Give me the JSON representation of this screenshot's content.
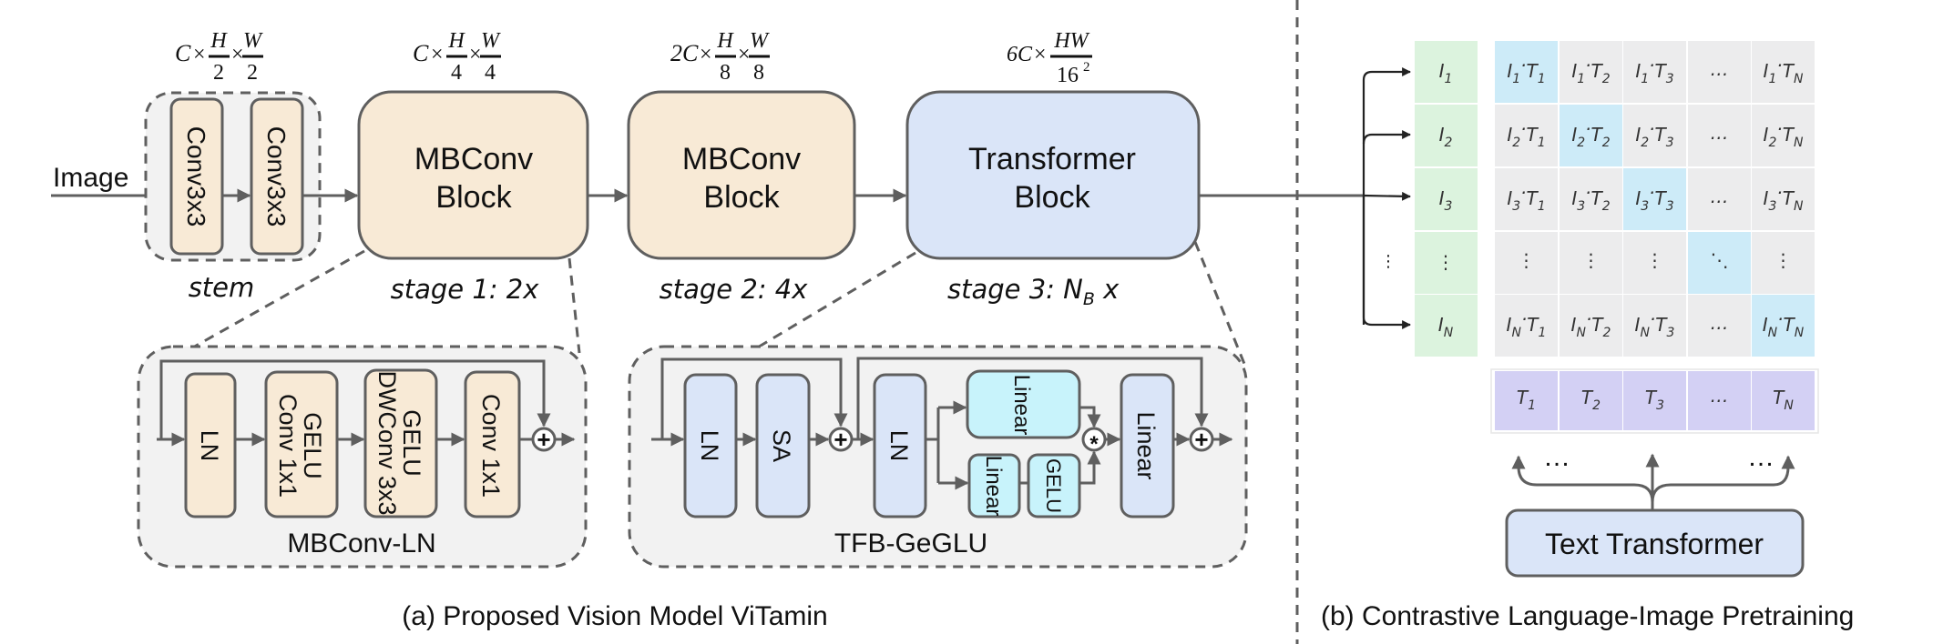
{
  "panel_a": {
    "caption": "(a) Proposed Vision Model ViTamin",
    "input_label": "Image",
    "stem": {
      "label": "stem",
      "shape": {
        "c": "C",
        "h": "H",
        "hd": "2",
        "w": "W",
        "wd": "2"
      },
      "blocks": [
        "Conv3x3",
        "Conv3x3"
      ]
    },
    "stage1": {
      "line1": "MBConv",
      "line2": "Block",
      "label": "stage 1: 2x",
      "shape": {
        "c": "C",
        "h": "H",
        "hd": "4",
        "w": "W",
        "wd": "4"
      }
    },
    "stage2": {
      "line1": "MBConv",
      "line2": "Block",
      "label": "stage 2: 4x",
      "shape": {
        "c": "2C",
        "h": "H",
        "hd": "8",
        "w": "W",
        "wd": "8"
      }
    },
    "stage3": {
      "line1": "Transformer",
      "line2": "Block",
      "label_prefix": "stage 3: N",
      "label_sub": "B",
      "label_suffix": " x",
      "shape": {
        "c": "6C",
        "num": "HW",
        "den": "16",
        "den_exp": "2"
      }
    },
    "mbconv_ln": {
      "title": "MBConv-LN",
      "blocks": [
        {
          "lines": [
            "LN"
          ]
        },
        {
          "lines": [
            "GELU",
            "Conv 1x1"
          ]
        },
        {
          "lines": [
            "GELU",
            "DWConv 3x3"
          ]
        },
        {
          "lines": [
            "Conv 1x1"
          ]
        }
      ],
      "add_symbol": "+"
    },
    "tfb_geglu": {
      "title": "TFB-GeGLU",
      "ln1": "LN",
      "sa": "SA",
      "ln2": "LN",
      "linear_gate": "Linear",
      "linear_value": "Linear",
      "gelu": "GELU",
      "linear_out": "Linear",
      "add_symbol": "+",
      "mul_symbol": "*"
    }
  },
  "panel_b": {
    "caption": "(b)  Contrastive Language-Image Pretraining",
    "text_encoder": "Text Transformer",
    "ellipsis_left": "…",
    "ellipsis_right": "…",
    "image_embeddings": [
      {
        "base": "I",
        "sub": "1"
      },
      {
        "base": "I",
        "sub": "2"
      },
      {
        "base": "I",
        "sub": "3"
      },
      {
        "base": "⋮",
        "sub": ""
      },
      {
        "base": "I",
        "sub": "N"
      }
    ],
    "text_embeddings": [
      {
        "base": "T",
        "sub": "1"
      },
      {
        "base": "T",
        "sub": "2"
      },
      {
        "base": "T",
        "sub": "3"
      },
      {
        "base": "…",
        "sub": ""
      },
      {
        "base": "T",
        "sub": "N"
      }
    ],
    "side_ellipsis": "⋮",
    "matrix": [
      [
        {
          "t": "pair",
          "i": "1",
          "j": "1",
          "diag": true
        },
        {
          "t": "pair",
          "i": "1",
          "j": "2"
        },
        {
          "t": "pair",
          "i": "1",
          "j": "3"
        },
        {
          "t": "dots",
          "v": "…"
        },
        {
          "t": "pair",
          "i": "1",
          "j": "N"
        }
      ],
      [
        {
          "t": "pair",
          "i": "2",
          "j": "1"
        },
        {
          "t": "pair",
          "i": "2",
          "j": "2",
          "diag": true
        },
        {
          "t": "pair",
          "i": "2",
          "j": "3"
        },
        {
          "t": "dots",
          "v": "…"
        },
        {
          "t": "pair",
          "i": "2",
          "j": "N"
        }
      ],
      [
        {
          "t": "pair",
          "i": "3",
          "j": "1"
        },
        {
          "t": "pair",
          "i": "3",
          "j": "2"
        },
        {
          "t": "pair",
          "i": "3",
          "j": "3",
          "diag": true
        },
        {
          "t": "dots",
          "v": "…"
        },
        {
          "t": "pair",
          "i": "3",
          "j": "N"
        }
      ],
      [
        {
          "t": "dots",
          "v": "⋮"
        },
        {
          "t": "dots",
          "v": "⋮"
        },
        {
          "t": "dots",
          "v": "⋮"
        },
        {
          "t": "dots",
          "v": "⋱",
          "diag": true
        },
        {
          "t": "dots",
          "v": "⋮"
        }
      ],
      [
        {
          "t": "pair",
          "i": "N",
          "j": "1"
        },
        {
          "t": "pair",
          "i": "N",
          "j": "2"
        },
        {
          "t": "pair",
          "i": "N",
          "j": "3"
        },
        {
          "t": "dots",
          "v": "…"
        },
        {
          "t": "pair",
          "i": "N",
          "j": "N",
          "diag": true
        }
      ]
    ]
  },
  "colors": {
    "conv_fill": "#f8ead6",
    "transformer_fill": "#dae5f8",
    "geglu_fill": "#c8f3fb",
    "panel_fill": "#f2f2f2",
    "image_emb_fill": "#dcf3de",
    "matrix_fill": "#ececed",
    "diag_fill": "#cdebf8",
    "text_emb_fill": "#d3d0f4",
    "stroke": "#5f5f5f"
  }
}
